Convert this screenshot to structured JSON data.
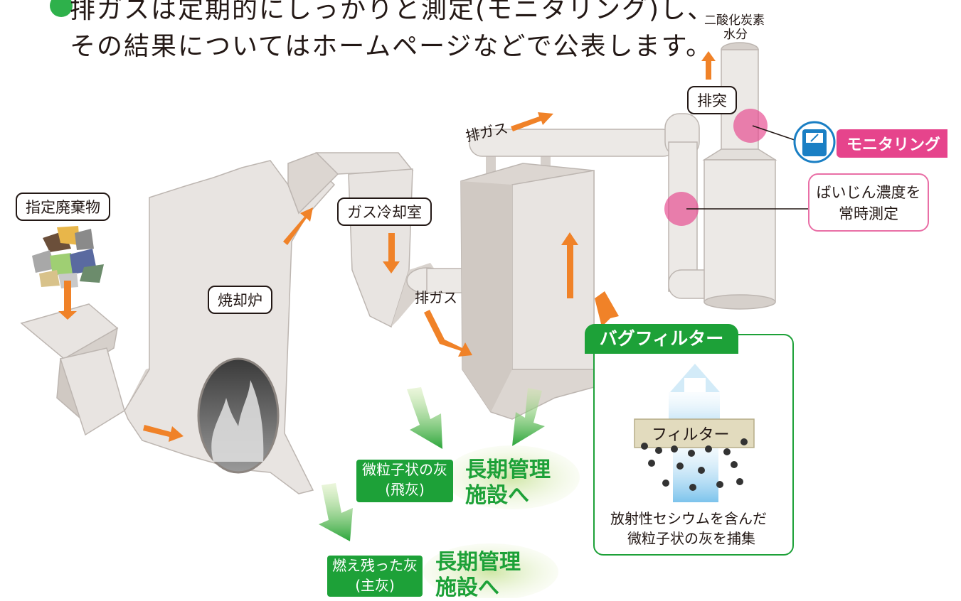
{
  "heading": {
    "line1": "排ガスは定期的にしっかりと測定(モニタリング)し、",
    "line2": "その結果についてはホームページなどで公表します。"
  },
  "labels": {
    "waste": "指定廃棄物",
    "incinerator": "焼却炉",
    "gas_cooling": "ガス冷却室",
    "exhaust_gas_mid": "排ガス",
    "exhaust_gas_top": "排ガス",
    "chimney": "排突",
    "co2_line1": "二酸化炭素",
    "co2_line2": "水分"
  },
  "monitoring": {
    "tag": "モニタリング",
    "dust_line1": "ばいじん濃度を",
    "dust_line2": "常時測定"
  },
  "bag_filter": {
    "title": "バグフィルター",
    "filter_label": "フィルター",
    "caption_line1": "放射性セシウムを含んだ",
    "caption_line2": "微粒子状の灰を捕集"
  },
  "fly_ash": {
    "tag_line1": "微粒子状の灰",
    "tag_line2": "(飛灰)",
    "dest_line1": "長期管理",
    "dest_line2": "施設へ"
  },
  "main_ash": {
    "tag_line1": "燃え残った灰",
    "tag_line2": "(主灰)",
    "dest_line1": "長期管理",
    "dest_line2": "施設へ"
  },
  "colors": {
    "arrow": "#f08228",
    "machine": "#e8e4e1",
    "green": "#1da138",
    "pink": "#e6448c",
    "bullet": "#2eb14b"
  }
}
